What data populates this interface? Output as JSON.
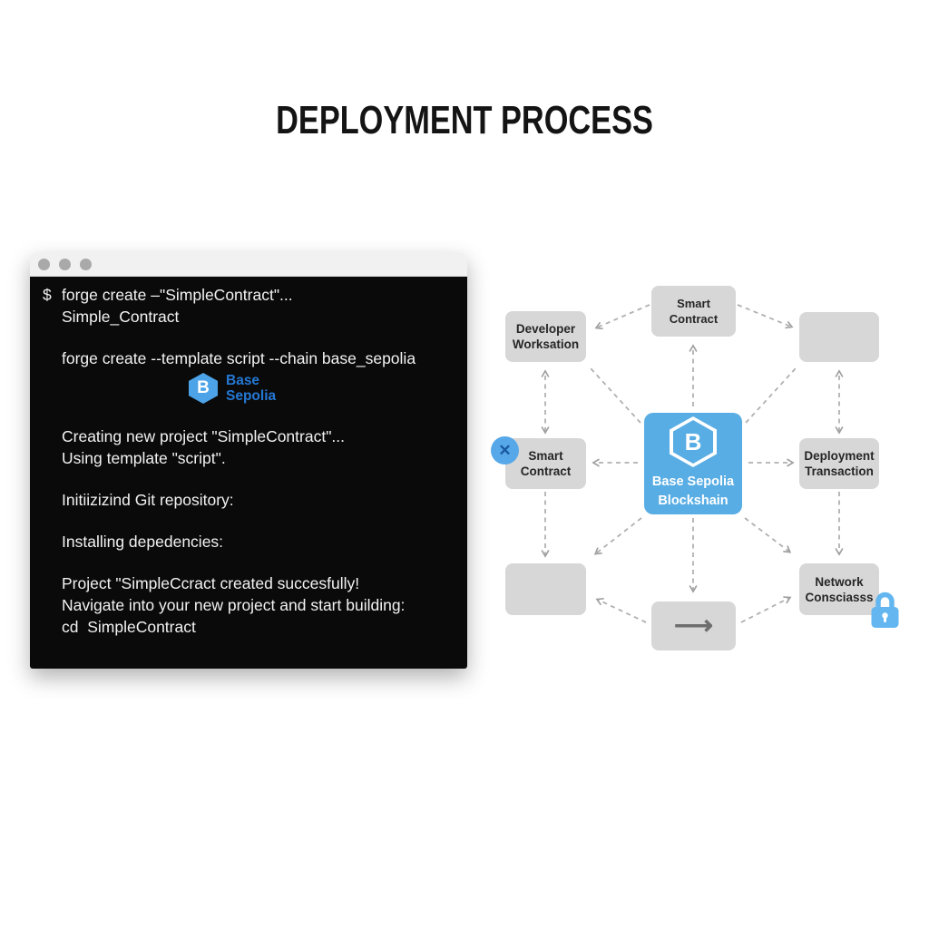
{
  "title": "DEPLOYMENT PROCESS",
  "terminal": {
    "prompt": "$",
    "lines": {
      "cmd1": "forge create –\"SimpleContract\"...",
      "cmd1b": "Simple_Contract",
      "cmd2": "forge create --template script --chain base_sepolia",
      "out1": "Creating new project \"SimpleContract\"...",
      "out2": "Using template \"script\".",
      "out3": "Initiizizind Git repository:",
      "out4": "Installing depedencies:",
      "out5": "Project \"SimpleCcract created succesfully!",
      "out6": "Navigate into your new project and start building:",
      "out7": "cd  SimpleContract"
    },
    "logo": {
      "letter": "B",
      "line1": "Base",
      "line2": "Sepolia"
    }
  },
  "diagram": {
    "nodes": {
      "developer_workstation": {
        "line1": "Developer",
        "line2": "Worksation"
      },
      "smart_contract_top": {
        "line1": "Smart Contract"
      },
      "smart_contract_left": {
        "line1": "Smart",
        "line2": "Contract"
      },
      "hub": {
        "letter": "B",
        "line1": "Base Sepolia",
        "line2": "Blockshain"
      },
      "deployment_transaction": {
        "line1": "Deployment",
        "line2": "Transaction"
      },
      "network_consensus": {
        "line1": "Network",
        "line2": "Consciasss"
      }
    },
    "icons": {
      "error_x": "✕",
      "right_arrow": "⟶"
    }
  },
  "colors": {
    "accent_blue": "#58ade4",
    "logo_blue": "#2478d4",
    "box_gray": "#d7d7d7",
    "terminal_bg": "#0a0a0a",
    "terminal_text": "#f2f2f2",
    "connector_gray": "#b0b0b0"
  }
}
